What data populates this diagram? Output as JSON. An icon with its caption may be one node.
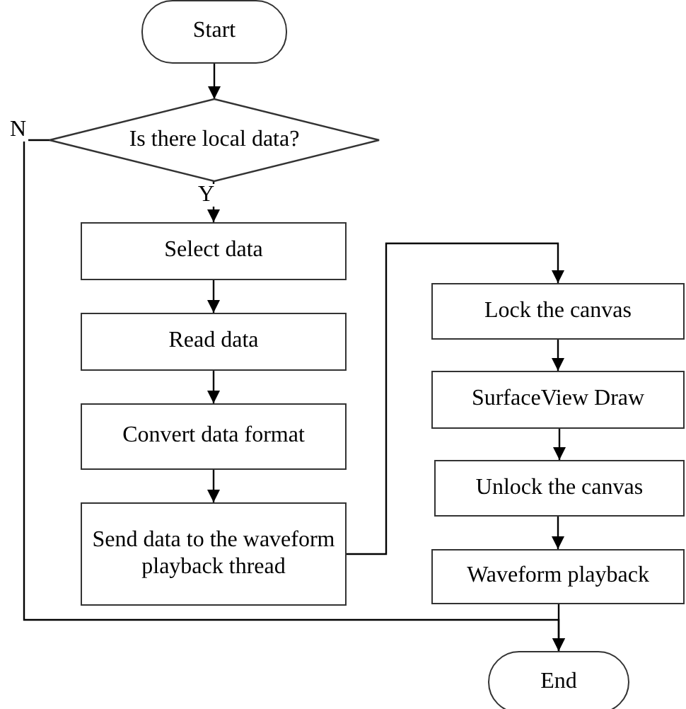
{
  "diagram": {
    "nodes": [
      {
        "text": [
          "Start"
        ]
      },
      {
        "text": [
          "Is there local data?"
        ]
      },
      {
        "text": [
          "Select data"
        ]
      },
      {
        "text": [
          "Read data"
        ]
      },
      {
        "text": [
          "Convert data format"
        ]
      },
      {
        "text": [
          "Send data to the waveform playback thread"
        ]
      },
      {
        "text": [
          "Lock the canvas"
        ]
      },
      {
        "text": [
          "SurfaceView Draw"
        ]
      },
      {
        "text": [
          "Unlock the canvas"
        ]
      },
      {
        "text": [
          "Waveform playback"
        ]
      },
      {
        "text": [
          "End"
        ]
      }
    ],
    "edges": [
      {
        "from": 0,
        "to": 1,
        "arrow": "to"
      },
      {
        "from": 1,
        "to": 2,
        "arrow": "to",
        "label": "Y"
      },
      {
        "from": 1,
        "to": 10,
        "arrow": "to",
        "label": "N"
      },
      {
        "from": 2,
        "to": 3,
        "arrow": "to"
      },
      {
        "from": 3,
        "to": 4,
        "arrow": "to"
      },
      {
        "from": 4,
        "to": 5,
        "arrow": "to"
      },
      {
        "from": 5,
        "to": 6,
        "arrow": "to"
      },
      {
        "from": 6,
        "to": 7,
        "arrow": "to"
      },
      {
        "from": 7,
        "to": 8,
        "arrow": "to"
      },
      {
        "from": 8,
        "to": 9,
        "arrow": "to"
      },
      {
        "from": 9,
        "to": 10,
        "arrow": "to"
      }
    ]
  }
}
